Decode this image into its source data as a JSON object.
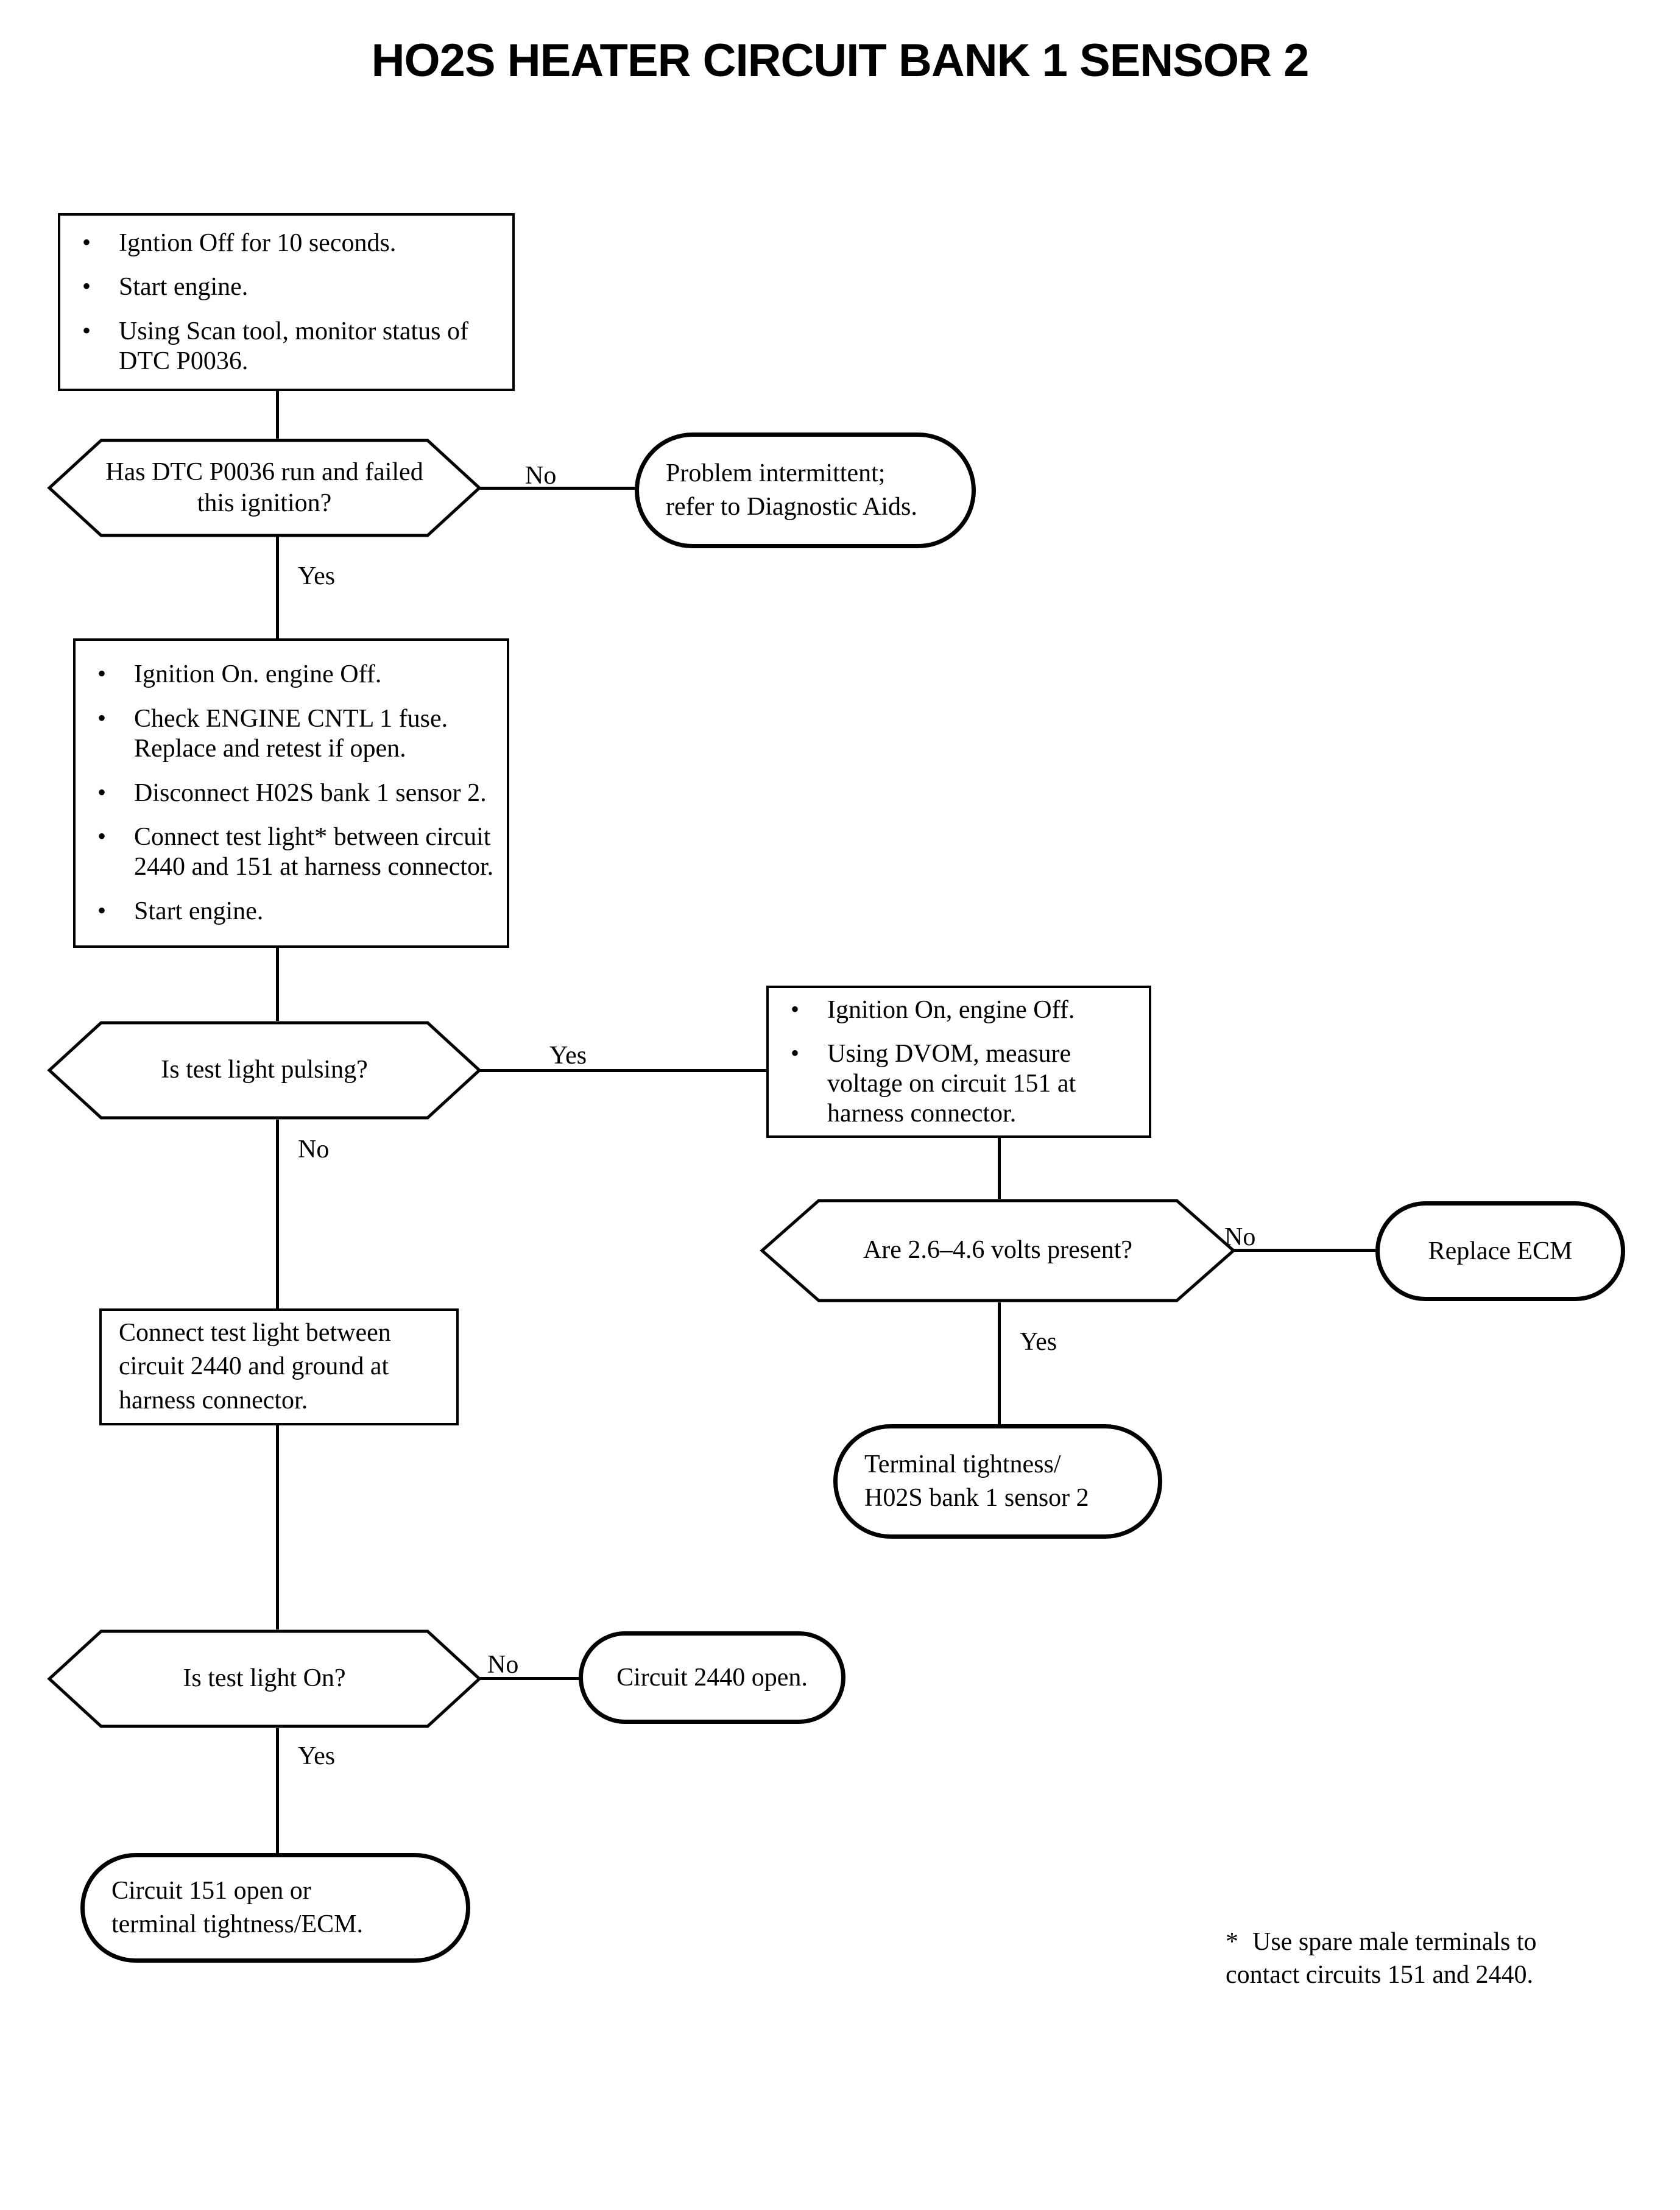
{
  "title": "HO2S HEATER CIRCUIT BANK 1 SENSOR 2",
  "colors": {
    "ink": "#000000",
    "paper": "#ffffff"
  },
  "nodes": {
    "step1": {
      "type": "process",
      "bullets": [
        "Igntion Off for 10 seconds.",
        "Start engine.",
        "Using Scan tool, monitor status of DTC P0036."
      ]
    },
    "decision1": {
      "type": "decision",
      "text": "Has DTC P0036 run and failed this ignition?",
      "yes_label": "Yes",
      "no_label": "No"
    },
    "intermittent": {
      "type": "terminal",
      "text": "Problem intermittent; refer to Diagnostic Aids."
    },
    "step2": {
      "type": "process",
      "bullets": [
        "Ignition On. engine Off.",
        "Check ENGINE CNTL 1 fuse. Replace and retest if open.",
        "Disconnect H02S bank 1 sensor 2.",
        "Connect test light* between circuit 2440 and 151 at harness connector.",
        "Start engine."
      ]
    },
    "decision2": {
      "type": "decision",
      "text": "Is test light pulsing?",
      "yes_label": "Yes",
      "no_label": "No"
    },
    "step3": {
      "type": "process",
      "bullets": [
        "Ignition On, engine Off.",
        "Using DVOM, measure voltage on circuit 151 at harness connector."
      ]
    },
    "decision3": {
      "type": "decision",
      "text": "Are 2.6–4.6 volts present?",
      "yes_label": "Yes",
      "no_label": "No"
    },
    "replace_ecm": {
      "type": "terminal",
      "text": "Replace ECM"
    },
    "terminal_tightness": {
      "type": "terminal",
      "text": "Terminal tightness/ H02S bank 1 sensor 2",
      "line1": "Terminal tightness/",
      "line2": "H02S bank 1 sensor 2"
    },
    "step4": {
      "type": "process",
      "text": "Connect test light between circuit 2440 and ground at harness connector."
    },
    "decision4": {
      "type": "decision",
      "text": "Is test light On?",
      "yes_label": "Yes",
      "no_label": "No"
    },
    "circuit_2440_open": {
      "type": "terminal",
      "text": "Circuit 2440 open."
    },
    "circuit_151_open": {
      "type": "terminal",
      "text": "Circuit 151 open or terminal tightness/ECM.",
      "line1": "Circuit 151 open or",
      "line2": "terminal tightness/ECM."
    }
  },
  "footnote": {
    "marker": "*",
    "text": "Use spare male terminals to contact circuits 151 and 2440.",
    "line1": "Use spare male terminals to",
    "line2": "contact circuits 151 and 2440."
  },
  "bullet_glyph": "•"
}
